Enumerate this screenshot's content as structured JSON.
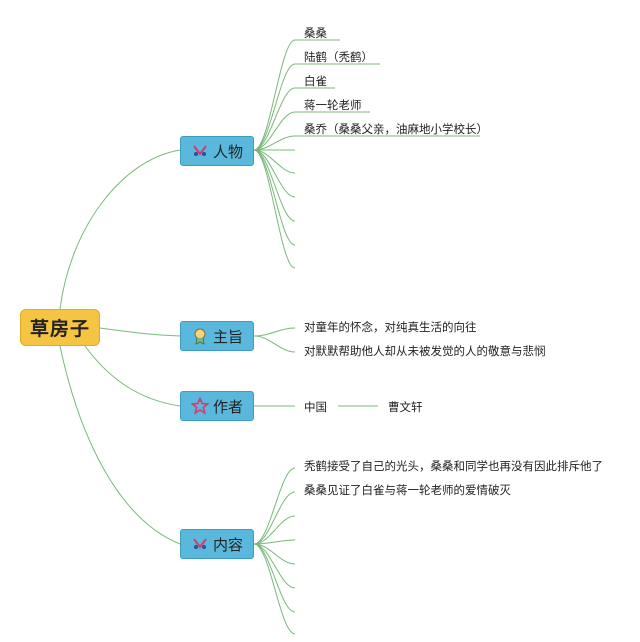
{
  "root": {
    "label": "草房子"
  },
  "branches": [
    {
      "label": "人物",
      "icon": "ribbon-icon",
      "items": [
        "桑桑",
        "陆鹤（秃鹤）",
        "白雀",
        "蒋一轮老师",
        "桑乔（桑桑父亲，油麻地小学校长）"
      ]
    },
    {
      "label": "主旨",
      "icon": "award-icon",
      "items": [
        "对童年的怀念，对纯真生活的向往",
        "对默默帮助他人却从未被发觉的人的敬意与悲悯"
      ]
    },
    {
      "label": "作者",
      "icon": "star-icon",
      "items": [
        "中国",
        "曹文轩"
      ]
    },
    {
      "label": "内容",
      "icon": "ribbon-icon",
      "items": [
        "秃鹤接受了自己的光头，桑桑和同学也再没有因此排斥他了",
        "桑桑见证了白雀与蒋一轮老师的爱情破灭"
      ]
    }
  ],
  "colors": {
    "root_fill": "#f6c443",
    "branch_fill": "#5bb8dd",
    "connector": "#6aa86a",
    "icon_accent": "#d43a6b"
  }
}
